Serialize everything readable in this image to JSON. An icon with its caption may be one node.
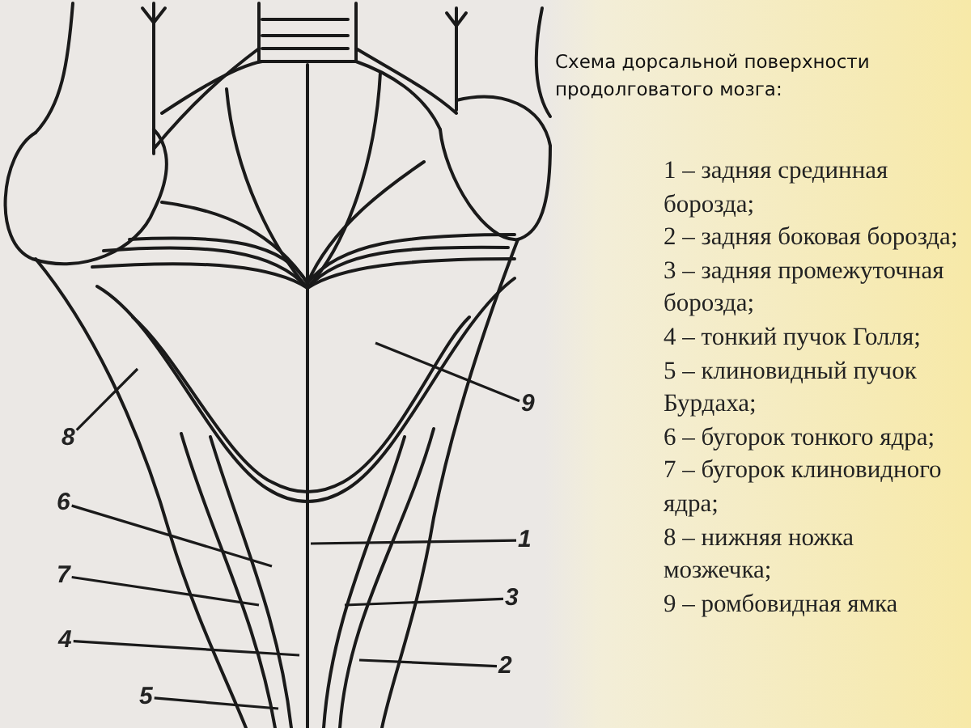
{
  "diagram": {
    "title": "Схема дорсальной поверхности продолговатого мозга:",
    "nodes": [
      {
        "text": [
          "1"
        ]
      },
      {
        "text": [
          "2"
        ]
      },
      {
        "text": [
          "3"
        ]
      },
      {
        "text": [
          "4"
        ]
      },
      {
        "text": [
          "5"
        ]
      },
      {
        "text": [
          "6"
        ]
      },
      {
        "text": [
          "7"
        ]
      },
      {
        "text": [
          "8"
        ]
      },
      {
        "text": [
          "9"
        ]
      }
    ],
    "edges": [
      {
        "from": 0,
        "to": null,
        "arrow": "none"
      },
      {
        "from": 1,
        "to": null,
        "arrow": "none"
      },
      {
        "from": 2,
        "to": null,
        "arrow": "none"
      },
      {
        "from": 3,
        "to": null,
        "arrow": "none"
      },
      {
        "from": 4,
        "to": null,
        "arrow": "none"
      },
      {
        "from": 5,
        "to": null,
        "arrow": "none"
      },
      {
        "from": 6,
        "to": null,
        "arrow": "none"
      },
      {
        "from": 7,
        "to": null,
        "arrow": "none"
      },
      {
        "from": 8,
        "to": null,
        "arrow": "none"
      }
    ],
    "labels": [
      "1 – задняя срединная борозда;",
      "2 – задняя боковая борозда;",
      "3 – задняя промежуточная борозда;",
      "4 – тонкий пучок Голля;",
      "5 – клиновидный пучок Бурдаха;",
      "6 – бугорок тонкого ядра;",
      "7 – бугорок клиновидного ядра;",
      "8 – нижняя ножка мозжечка;",
      "9 – ромбовидная ямка"
    ]
  }
}
